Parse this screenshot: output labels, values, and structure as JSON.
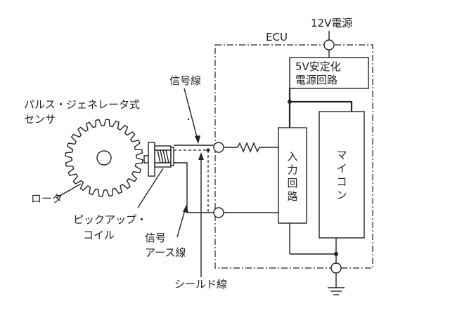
{
  "labels": {
    "supply_12v": "12V電源",
    "ecu": "ECU",
    "regulator_line1": "5V安定化",
    "regulator_line2": "電源回路",
    "signal_line": "信号線",
    "sensor_line1": "パルス・ジェネレータ式",
    "sensor_line2": "センサ",
    "rotor": "ロータ",
    "pickup_line1": "ピックアップ・",
    "pickup_line2": "コイル",
    "ground_line1": "信号",
    "ground_line2": "アース線",
    "shield_line": "シールド線",
    "input_circuit": [
      "入",
      "力",
      "回",
      "路"
    ],
    "microcomputer": [
      "マ",
      "イ",
      "コ",
      "ン"
    ]
  },
  "colors": {
    "ink": "#222222",
    "paper": "#ffffff"
  }
}
